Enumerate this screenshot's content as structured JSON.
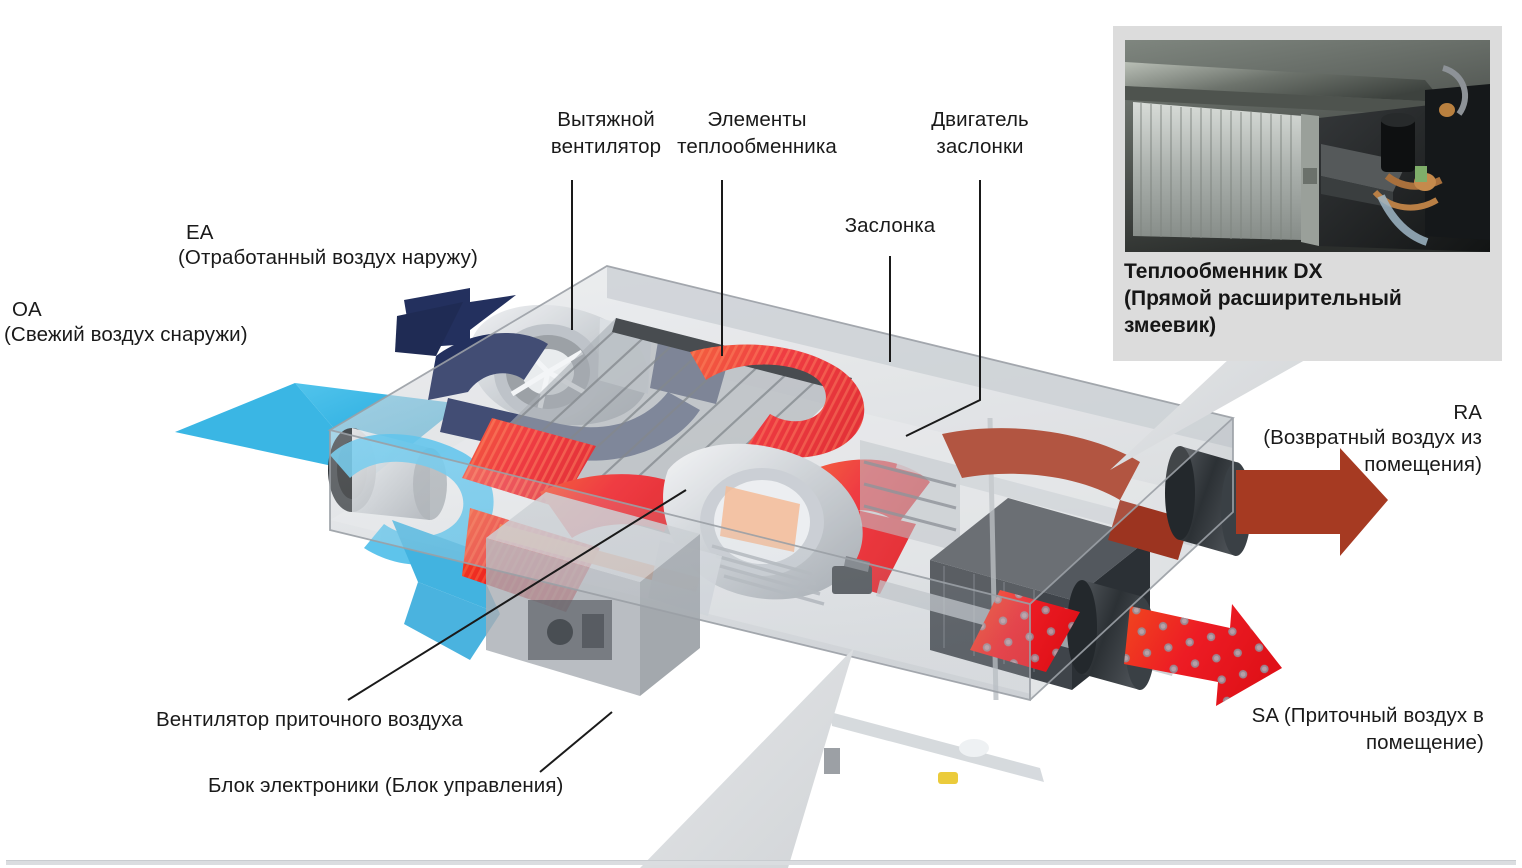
{
  "diagram": {
    "type": "hvac-erv-cutaway",
    "title_implicit": "Приточно-вытяжная установка с рекуперацией — разрез",
    "background_color": "#ffffff"
  },
  "airflow_labels": {
    "ea": {
      "code": "EA",
      "description": "(Отработанный воздух наружу)",
      "color": "#23305e",
      "align": "left"
    },
    "oa": {
      "code": "OA",
      "description": "(Свежий воздух снаружи)",
      "color": "#29a9dc",
      "align": "left"
    },
    "ra": {
      "code": "RA",
      "description": "(Возвратный воздух из\nпомещения)",
      "color": "#a63a22",
      "align": "right"
    },
    "sa": {
      "code": "SA (Приточный воздух в",
      "description": "помещение)",
      "full": "SA (Приточный воздух в\nпомещение)",
      "color": "#ed1c24",
      "align": "right"
    }
  },
  "component_labels": [
    {
      "id": "exhaust-fan",
      "text": "Вытяжной\nвентилятор"
    },
    {
      "id": "heat-exchanger-elements",
      "text": "Элементы\nтеплообменника"
    },
    {
      "id": "damper-motor",
      "text": "Двигатель\nзаслонки"
    },
    {
      "id": "damper",
      "text": "Заслонка"
    },
    {
      "id": "supply-air-fan",
      "text": "Вентилятор приточного воздуха"
    },
    {
      "id": "electronics-block",
      "text": "Блок электроники (Блок управления)"
    }
  ],
  "inset_panel": {
    "caption": "Теплообменник DX\n(Прямой расширительный\nзмеевик)",
    "caption_bold": true,
    "panel_color": "#dcdcdc",
    "photo_alt": "Фотография теплообменника DX внутри корпуса установки"
  },
  "colors": {
    "exhaust_navy": "#23305e",
    "fresh_cyan": "#29a9dc",
    "supply_red": "#ed1c24",
    "return_darkred": "#a63a22",
    "housing_gray": "#b9bdc2",
    "panel_gray": "#dcdcdc",
    "leader_line": "#1a1a1a",
    "rule_gray": "#dadde0"
  }
}
